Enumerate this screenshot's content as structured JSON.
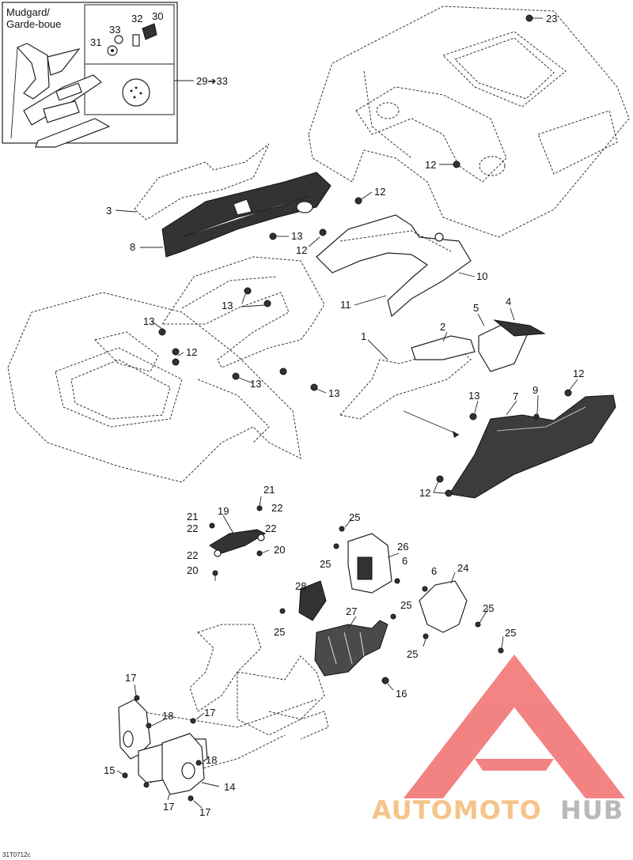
{
  "inset": {
    "title_line1": "Mudgard/",
    "title_line2": "Garde-boue",
    "range_label": "29➔33"
  },
  "callouts": {
    "c30": "30",
    "c32": "32",
    "c33": "33",
    "c31": "31",
    "c23": "23",
    "c12a": "12",
    "c12b": "12",
    "c3": "3",
    "c8": "8",
    "c13a": "13",
    "c12c": "12",
    "c10": "10",
    "c11": "11",
    "c13b": "13",
    "c13c": "13",
    "c12d": "12",
    "c13d": "13",
    "c13e": "13",
    "c4": "4",
    "c5": "5",
    "c2": "2",
    "c1": "1",
    "c12e": "12",
    "c13f": "13",
    "c7": "7",
    "c9": "9",
    "c12f": "12",
    "c21a": "21",
    "c22a": "22",
    "c19": "19",
    "c21b": "21",
    "c22b": "22",
    "c22c": "22",
    "c20a": "20",
    "c22d": "22",
    "c20b": "20",
    "c25a": "25",
    "c26": "26",
    "c25b": "25",
    "c6a": "6",
    "c6b": "6",
    "c24": "24",
    "c28": "28",
    "c27": "27",
    "c25c": "25",
    "c25d": "25",
    "c25e": "25",
    "c25f": "25",
    "c25g": "25",
    "c17a": "17",
    "c16": "16",
    "c18a": "18",
    "c17b": "17",
    "c18b": "18",
    "c15": "15",
    "c14": "14",
    "c17c": "17",
    "c17d": "17"
  },
  "reference_code": "31T0712c",
  "watermark": {
    "part1": "AUTOMOTO",
    "part2": "HUB",
    "color1": "#f6c48a",
    "color2": "#b9b9b9",
    "logo_color": "#f26d6d"
  }
}
